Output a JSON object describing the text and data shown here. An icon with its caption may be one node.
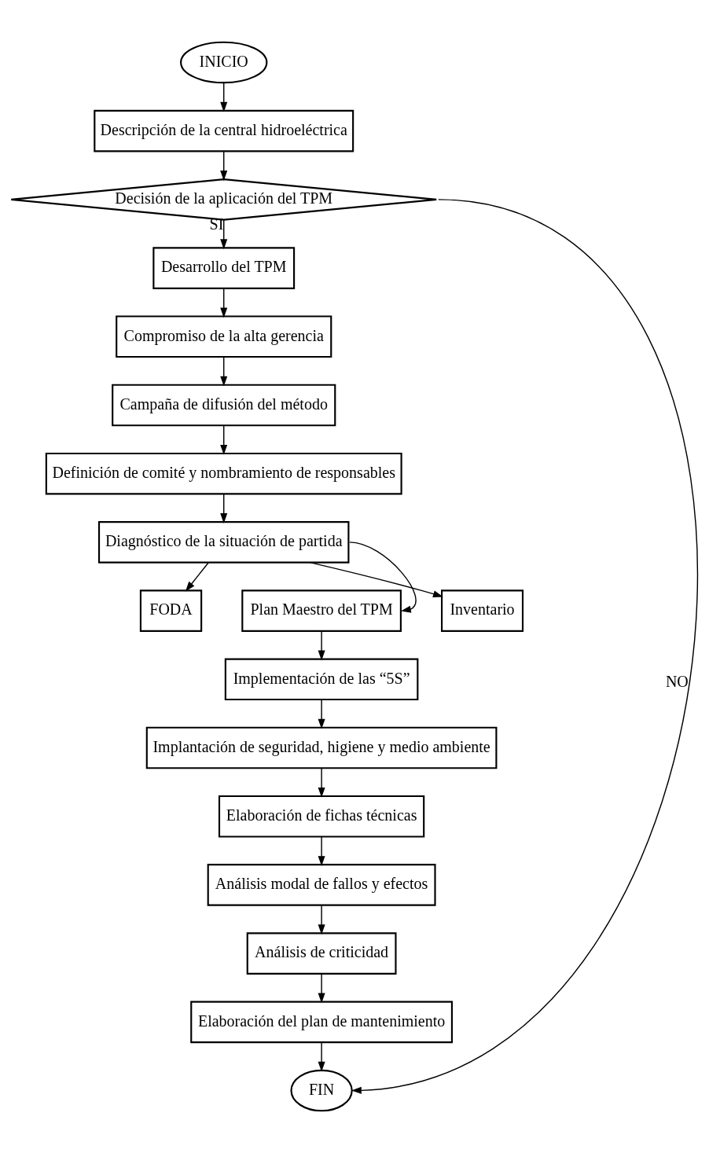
{
  "diagram": {
    "nodes": [
      {
        "text": [
          "INICIO"
        ]
      },
      {
        "text": [
          "Descripción de la central hidroeléctrica"
        ]
      },
      {
        "text": [
          "Decisión de la aplicación del TPM"
        ]
      },
      {
        "text": [
          "Desarrollo del TPM"
        ]
      },
      {
        "text": [
          "Compromiso de la alta gerencia"
        ]
      },
      {
        "text": [
          "Campaña de difusión del método"
        ]
      },
      {
        "text": [
          "Definición de comité y nombramiento de responsables"
        ]
      },
      {
        "text": [
          "Diagnóstico de la situación de partida"
        ]
      },
      {
        "text": [
          "FODA"
        ]
      },
      {
        "text": [
          "Inventario"
        ]
      },
      {
        "text": [
          "Plan Maestro del TPM"
        ]
      },
      {
        "text": [
          "Implementación de las “5S”"
        ]
      },
      {
        "text": [
          "Implantación de seguridad, higiene y medio ambiente"
        ]
      },
      {
        "text": [
          "Elaboración de fichas técnicas"
        ]
      },
      {
        "text": [
          "Análisis modal de fallos y efectos"
        ]
      },
      {
        "text": [
          "Análisis de criticidad"
        ]
      },
      {
        "text": [
          "Elaboración del plan de mantenimiento"
        ]
      },
      {
        "text": [
          "FIN"
        ]
      }
    ],
    "edges": [
      {
        "from": 0,
        "to": 1,
        "arrow": "to"
      },
      {
        "from": 1,
        "to": 2,
        "arrow": "to"
      },
      {
        "from": 2,
        "to": 3,
        "label": "SI",
        "arrow": "to"
      },
      {
        "from": 2,
        "to": 17,
        "label": "NO",
        "arrow": "to"
      },
      {
        "from": 3,
        "to": 4,
        "arrow": "to"
      },
      {
        "from": 4,
        "to": 5,
        "arrow": "to"
      },
      {
        "from": 5,
        "to": 6,
        "arrow": "to"
      },
      {
        "from": 6,
        "to": 7,
        "arrow": "to"
      },
      {
        "from": 7,
        "to": 8,
        "arrow": "to"
      },
      {
        "from": 7,
        "to": 10,
        "arrow": "to"
      },
      {
        "from": 7,
        "to": 9,
        "arrow": "to"
      },
      {
        "from": 10,
        "to": 11,
        "arrow": "to"
      },
      {
        "from": 11,
        "to": 12,
        "arrow": "to"
      },
      {
        "from": 12,
        "to": 13,
        "arrow": "to"
      },
      {
        "from": 13,
        "to": 14,
        "arrow": "to"
      },
      {
        "from": 14,
        "to": 15,
        "arrow": "to"
      },
      {
        "from": 15,
        "to": 16,
        "arrow": "to"
      },
      {
        "from": 16,
        "to": 17,
        "arrow": "to"
      }
    ]
  }
}
